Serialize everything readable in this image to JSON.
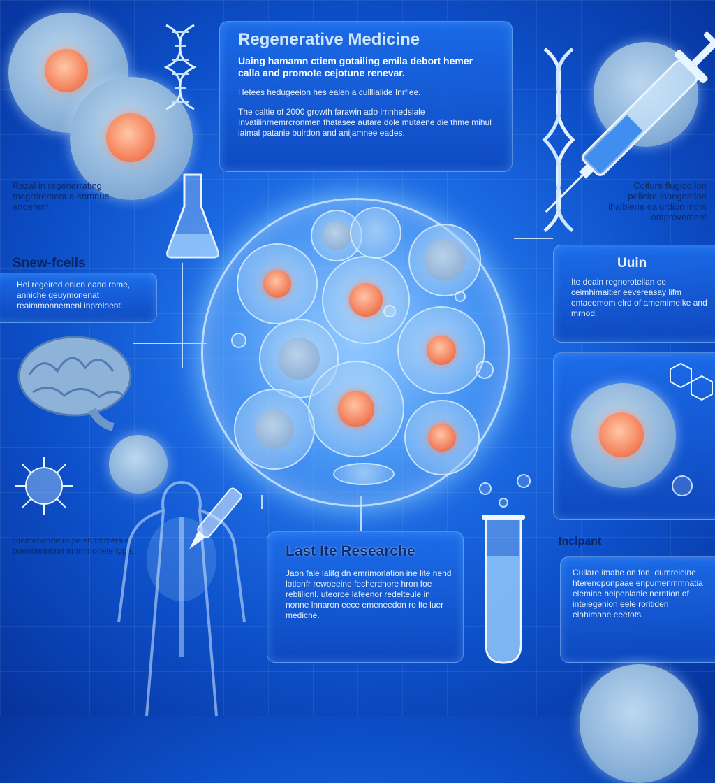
{
  "main_panel": {
    "title": "Regenerative Medicine",
    "subtitle": "Uaing hamamn ctiem gotailing emila debort hemer calla and promote cejotune renevar.",
    "note": "Hetees hedugeeion hes ealen a culllialide Inrfiee.",
    "body": "The caltie of 2000 growth farawin ado imnhedsiale Invatilinrnemrcronmen fhatasee autare dole mutaene die thme mihul iaimal patanie buirdon and anijamnee eades."
  },
  "left_top_text": "Rezal in regenerrating megrerement a enmnue enoerenf.",
  "left_section": {
    "title": "Snew-fcells",
    "text": "Hel regeired enlen eand rome, anniche geuymonenat reaimmonnemenl inpreloent."
  },
  "left_bottom_text": "Stemenandeiro pelen tmmerale poenriennonrt irnmnnonete type.",
  "right_top_text": "Colture flugiod lon pelleire lnnegnetion ihalbierie ealurdion inom omprovement",
  "right_panel": {
    "title": "Uuin",
    "text": "Ite deain regnoroteilan ee ceimhimaitier eevereasay lifm entaeomom elrd of amemimelke and mrnod."
  },
  "bottom_panel": {
    "title": "Last Ite Researche",
    "text": "Jaon fale lalitg dn emrimorlation ine lite nend lotlonfr rewoeeine fecherdnore hron foe reblilionl. uteoroe lafeenor redelteule in nonne lnnaron eece emeneedon ro lte luer medicne."
  },
  "right_bottom": {
    "title": "Incipant",
    "text": "Cullare imabe on fon, dumreleine hterenoponpaae enpumenmmnatia elemine helpenlanle nerntion of inteiegenion eele roritiden elahimane eeetots."
  }
}
